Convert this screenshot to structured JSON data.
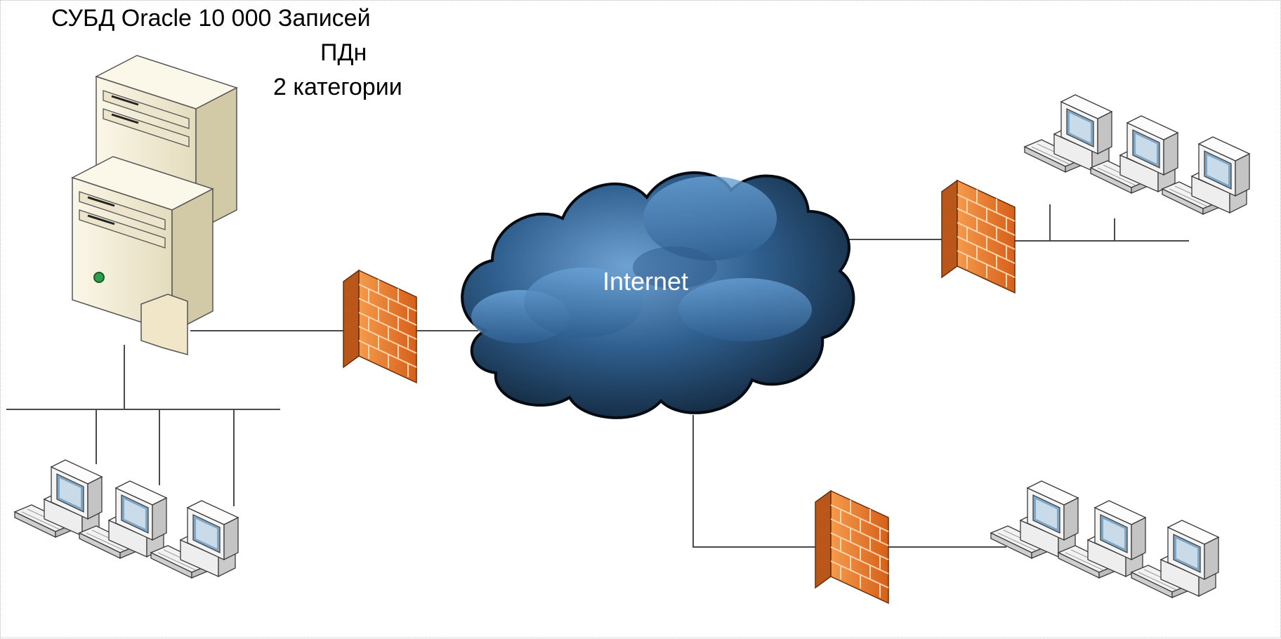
{
  "database": {
    "caption_line1": "СУБД Oracle  10 000 Записей",
    "caption_line2": "ПДн",
    "caption_line3": "2 категории"
  },
  "network": {
    "cloud_label": "Internet"
  },
  "colors": {
    "firewall": "#e8762a",
    "cloud_dark": "#0d1e30",
    "cloud_light": "#4f86bd",
    "server": "#f2ecd6",
    "link": "#4a4a4a"
  },
  "icons": [
    "database-server-icon",
    "firewall-icon",
    "internet-cloud-icon",
    "workstation-icon"
  ]
}
